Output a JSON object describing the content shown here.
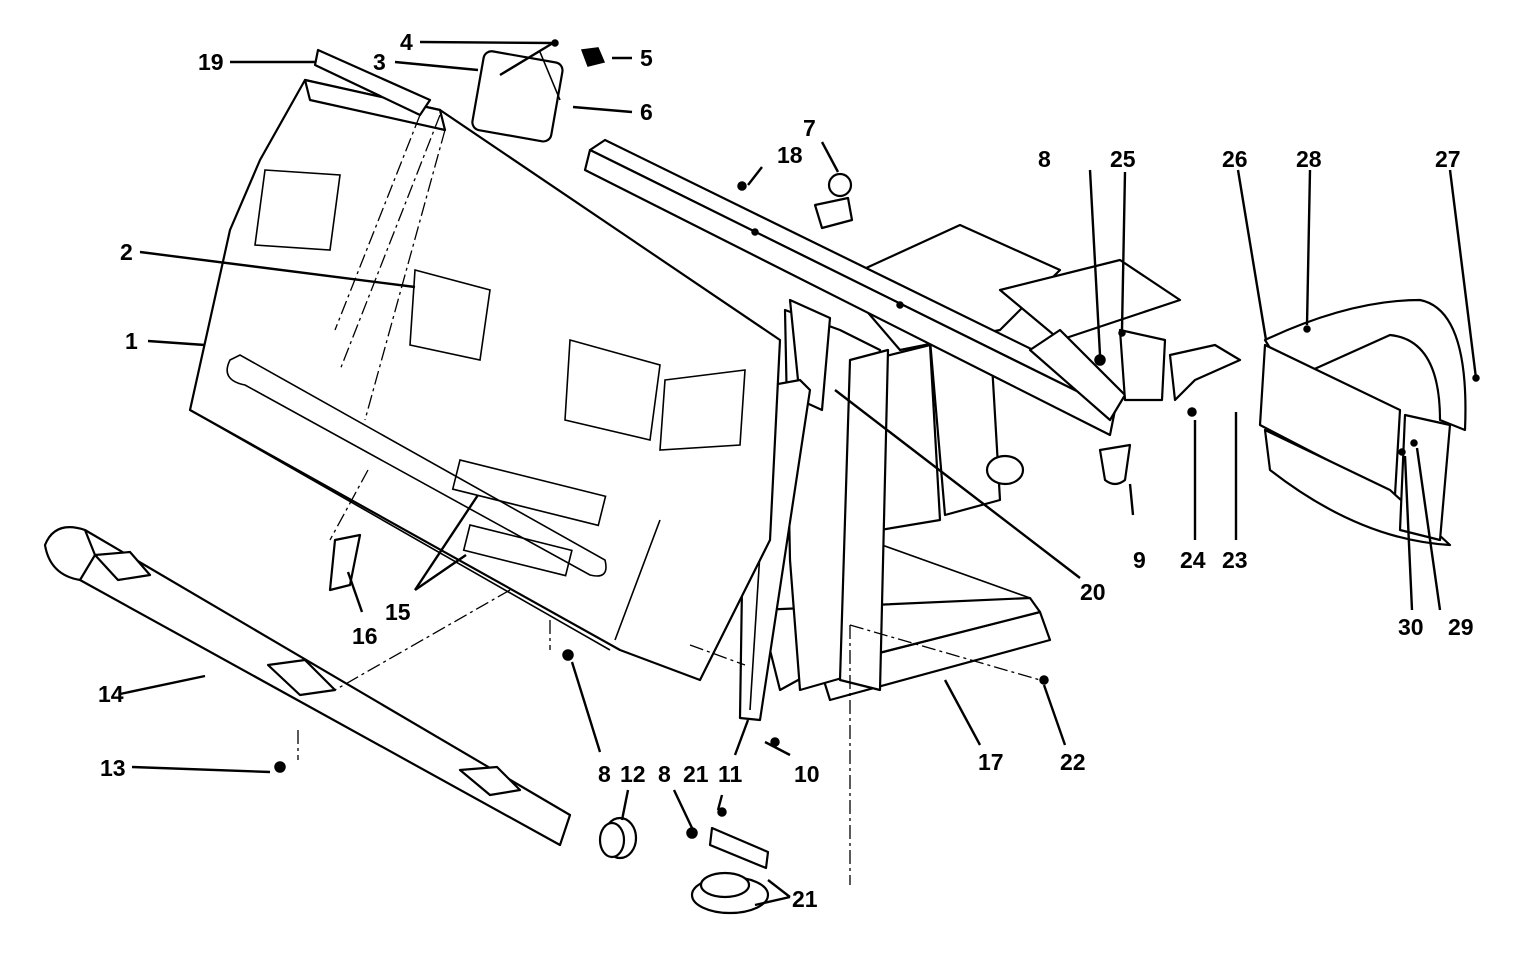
{
  "callouts": [
    {
      "id": "c1",
      "label": "1"
    },
    {
      "id": "c2",
      "label": "2"
    },
    {
      "id": "c3",
      "label": "3"
    },
    {
      "id": "c4",
      "label": "4"
    },
    {
      "id": "c5",
      "label": "5"
    },
    {
      "id": "c6",
      "label": "6"
    },
    {
      "id": "c7",
      "label": "7"
    },
    {
      "id": "c8a",
      "label": "8"
    },
    {
      "id": "c8b",
      "label": "8"
    },
    {
      "id": "c8c",
      "label": "8"
    },
    {
      "id": "c9",
      "label": "9"
    },
    {
      "id": "c10",
      "label": "10"
    },
    {
      "id": "c11",
      "label": "11"
    },
    {
      "id": "c12",
      "label": "12"
    },
    {
      "id": "c13",
      "label": "13"
    },
    {
      "id": "c14",
      "label": "14"
    },
    {
      "id": "c15",
      "label": "15"
    },
    {
      "id": "c16",
      "label": "16"
    },
    {
      "id": "c17",
      "label": "17"
    },
    {
      "id": "c18",
      "label": "18"
    },
    {
      "id": "c19",
      "label": "19"
    },
    {
      "id": "c20",
      "label": "20"
    },
    {
      "id": "c21a",
      "label": "21"
    },
    {
      "id": "c21b",
      "label": "21"
    },
    {
      "id": "c22",
      "label": "22"
    },
    {
      "id": "c23",
      "label": "23"
    },
    {
      "id": "c24",
      "label": "24"
    },
    {
      "id": "c25",
      "label": "25"
    },
    {
      "id": "c26",
      "label": "26"
    },
    {
      "id": "c27",
      "label": "27"
    },
    {
      "id": "c28",
      "label": "28"
    },
    {
      "id": "c29",
      "label": "29"
    },
    {
      "id": "c30",
      "label": "30"
    }
  ]
}
